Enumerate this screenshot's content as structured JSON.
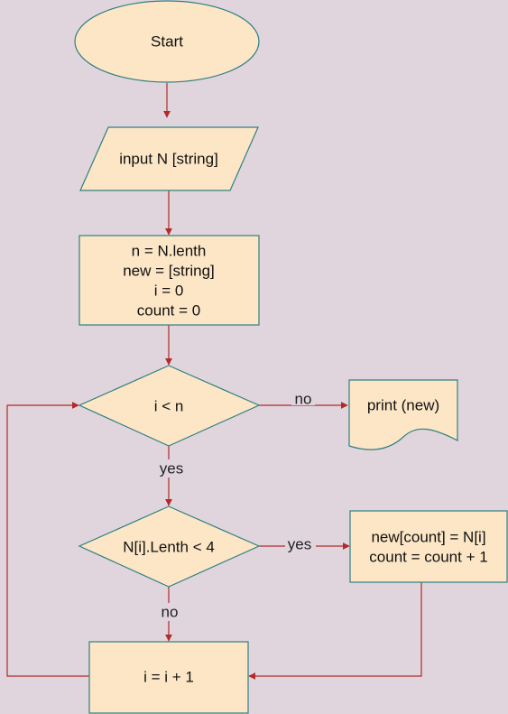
{
  "nodes": {
    "start": "Start",
    "input": "input N [string]",
    "init": [
      "n = N.lenth",
      "new = [string]",
      "i = 0",
      "count = 0"
    ],
    "loop_condition": "i < n",
    "print": "print (new)",
    "length_condition": "N[i].Lenth < 4",
    "assign": [
      "new[count] = N[i]",
      "count = count + 1"
    ],
    "increment": "i = i + 1"
  },
  "edge_labels": {
    "loop_no": "no",
    "loop_yes": "yes",
    "length_yes": "yes",
    "length_no": "no"
  },
  "colors": {
    "background": "#e0d5dd",
    "shape_fill": "#fce6c6",
    "shape_stroke": "#2f8080",
    "arrow": "#b22a2a"
  }
}
